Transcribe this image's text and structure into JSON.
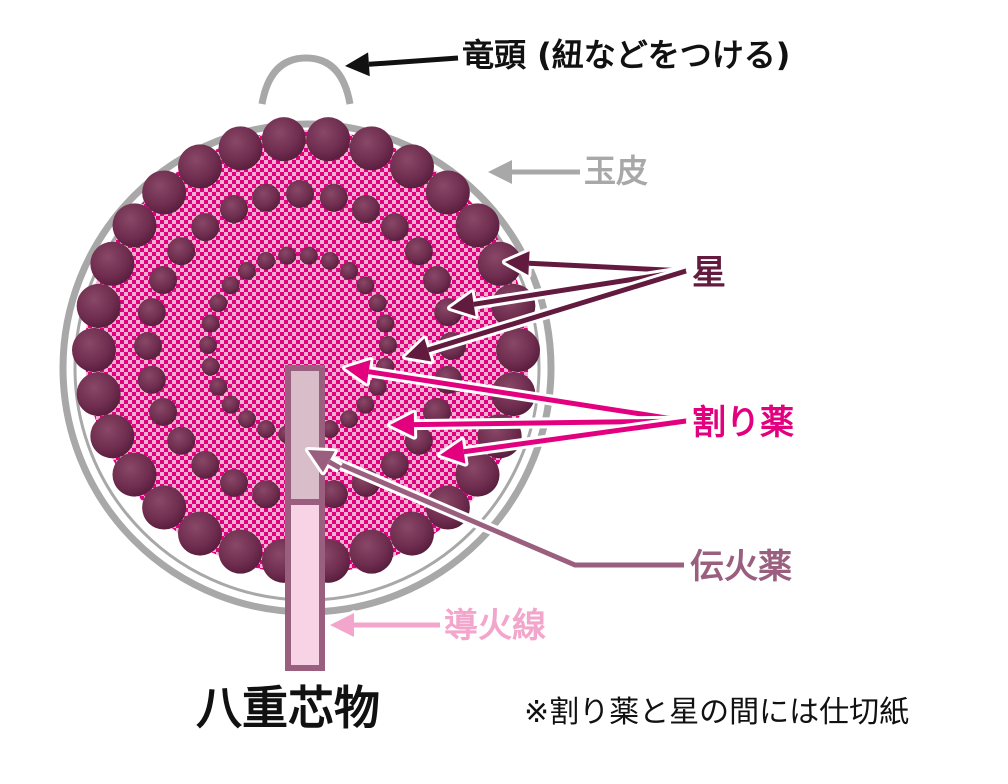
{
  "labels": {
    "ryuzu": "竜頭 (紐などをつける)",
    "tamakawa": "玉皮",
    "hoshi": "星",
    "warigusuri": "割り薬",
    "denkayaku": "伝火薬",
    "dokasen": "導火線",
    "title": "八重芯物",
    "note": "※割り薬と星の間には仕切紙"
  },
  "colors": {
    "shell": "#a8a8a8",
    "star": "#6e2c4e",
    "burst": "#e2007f",
    "burst_light": "#f4b0d2",
    "transfer": "#9a5f7e",
    "fuse": "#f3a6cc",
    "fuse_fill_upper": "#d9bdc9",
    "fuse_fill_lower": "#f7d3e5",
    "star_label": "#621a3e",
    "text": "#111111"
  },
  "star_rings": [
    {
      "name": "outer",
      "count": 30
    },
    {
      "name": "middle",
      "count": 28
    },
    {
      "name": "inner",
      "count": 26
    }
  ]
}
